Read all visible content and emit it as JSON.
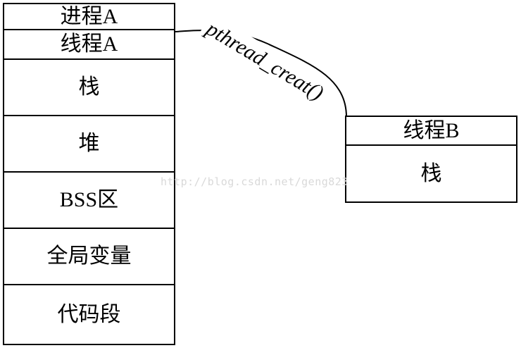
{
  "thread_a_stack": {
    "process_label": "进程A",
    "thread_label": "线程A",
    "stack_label": "栈",
    "heap_label": "堆",
    "bss_label": "BSS区",
    "globals_label": "全局变量",
    "code_label": "代码段"
  },
  "thread_b_stack": {
    "thread_label": "线程B",
    "stack_label": "栈"
  },
  "connector": {
    "label": "pthread_creat()"
  },
  "watermark": "http://blog.csdn.net/geng823"
}
